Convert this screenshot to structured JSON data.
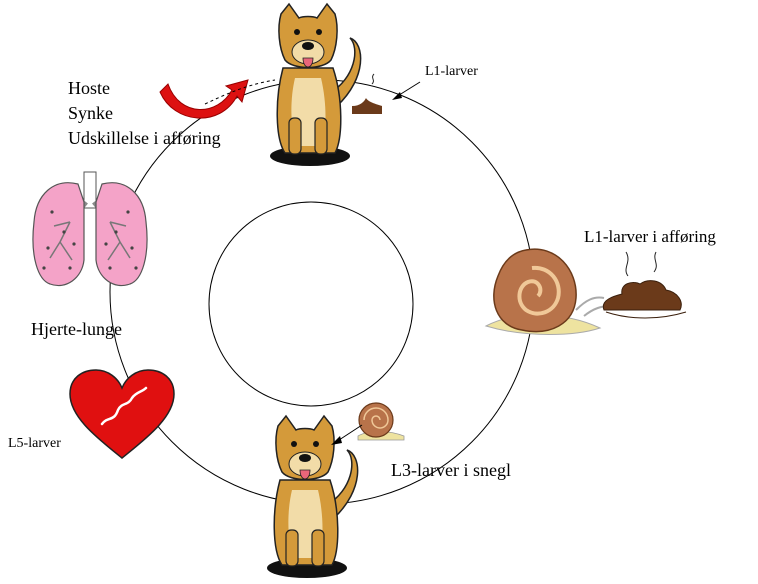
{
  "labels": {
    "cough_lines": [
      "Hoste",
      "Synke",
      "Udskillelse i afføring"
    ],
    "l1_top": "L1-larver",
    "l1_feces": "L1-larver i afføring",
    "heart_lung": "Hjerte-lunge",
    "l5": "L5-larver",
    "l3_snail": "L3-larver i snegl"
  },
  "colors": {
    "dog_fur": "#d49a3a",
    "dog_belly": "#f2dca8",
    "feces": "#6b3a1a",
    "snail_shell": "#b8734a",
    "snail_body": "#eee3a0",
    "lung_pink": "#f4a3c8",
    "heart_red": "#e01010",
    "arrow_red": "#dd1111"
  },
  "icons": [
    "dog-icon",
    "feces-icon",
    "snail-icon",
    "lungs-icon",
    "heart-icon",
    "curved-arrow-icon"
  ]
}
